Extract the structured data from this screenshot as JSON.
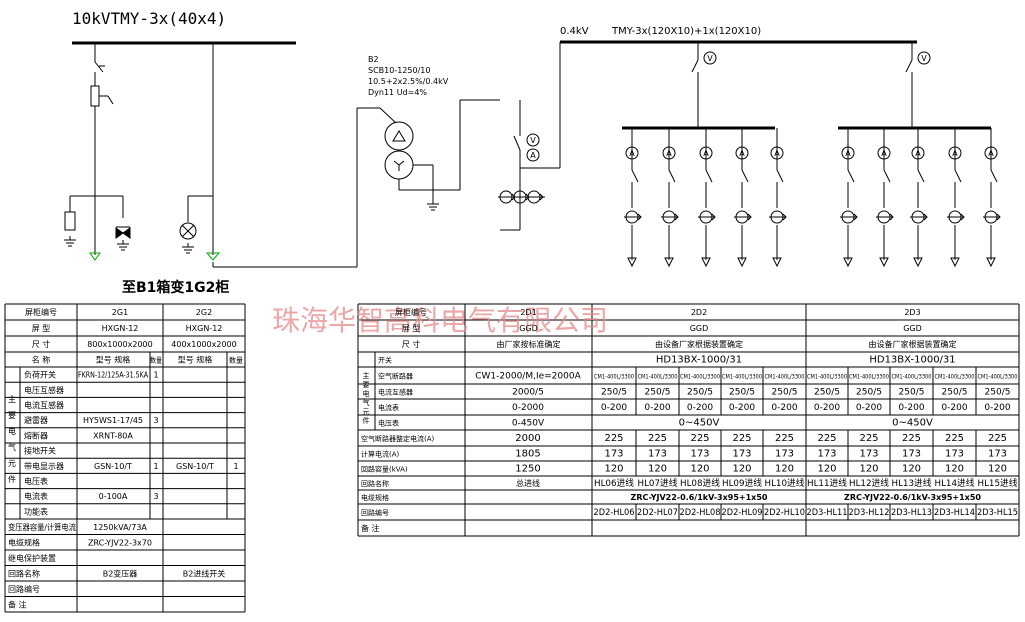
{
  "top_left_title": "10kVTMY-3x(40x4)",
  "dest_label": "至B1箱变1G2柜",
  "transformer": {
    "id": "B2",
    "model": "SCB10-1250/10",
    "ratio": "10.5+2x2.5%/0.4kV",
    "conn": "Dyn11 Ud=4%"
  },
  "lv_voltage": "0.4kV",
  "lv_bus": "TMY-3x(120X10)+1x(120X10)",
  "meter_v": "V",
  "meter_a": "A",
  "watermark": "珠海华智高科电气有限公司",
  "left_table": {
    "r_no": [
      "屏柜编号",
      "2G1",
      "2G2"
    ],
    "r_type": [
      "屏  型",
      "HXGN-12",
      "HXGN-12"
    ],
    "r_size": [
      "尺  寸",
      "800x1000x2000",
      "400x1000x2000"
    ],
    "r_head": [
      "名  称",
      "型号 规格",
      "数量",
      "型号 规格",
      "数量"
    ],
    "side": "主要电气元件",
    "items": [
      [
        "负荷开关",
        "FKRN-12/125A-31.5KA",
        "1",
        "",
        ""
      ],
      [
        "电压互感器",
        "",
        "",
        "",
        ""
      ],
      [
        "电流互感器",
        "",
        "",
        "",
        ""
      ],
      [
        "避雷器",
        "HY5WS1-17/45",
        "3",
        "",
        ""
      ],
      [
        "熔断器",
        "XRNT-80A",
        "",
        "",
        ""
      ],
      [
        "接地开关",
        "",
        "",
        "",
        ""
      ],
      [
        "带电显示器",
        "GSN-10/T",
        "1",
        "GSN-10/T",
        "1"
      ],
      [
        "电压表",
        "",
        "",
        "",
        ""
      ],
      [
        "电流表",
        "0-100A",
        "3",
        "",
        ""
      ],
      [
        "功能表",
        "",
        "",
        "",
        ""
      ]
    ],
    "bottom": [
      [
        "变压器容量/计算电流",
        "1250kVA/73A",
        ""
      ],
      [
        "电缆规格",
        "ZRC-YJV22-3x70",
        ""
      ],
      [
        "继电保护装置",
        "",
        ""
      ],
      [
        "回路名称",
        "B2变压器",
        "B2进线开关"
      ],
      [
        "回路编号",
        "",
        ""
      ],
      [
        "备  注",
        "",
        ""
      ]
    ]
  },
  "right_table": {
    "r_no": [
      "屏柜编号",
      "2D1",
      "2D2",
      "2D3"
    ],
    "r_type": [
      "屏  型",
      "GGD",
      "GGD",
      "GGD"
    ],
    "r_size": [
      "尺  寸",
      "由厂家按标准确定",
      "由设备厂家根据装置确定",
      "由设备厂家根据装置确定"
    ],
    "side": "主要电气元件",
    "switch_label": "开关",
    "switch_vals": [
      "",
      "HD13BX-1000/31",
      "HD13BX-1000/31"
    ],
    "breaker_label": "空气断路器",
    "breaker_main": "CW1-2000/M,Ie=2000A",
    "breaker_sub": "CM1-400L/3300",
    "ct_label": "电流互感器",
    "ct_main": "2000/5",
    "ct_sub": "250/5",
    "am_label": "电流表",
    "am_main": "0-2000",
    "am_sub": "0-200",
    "vm_label": "电压表",
    "vm_main": "0-450V",
    "vm_sub": "0~450V",
    "rated_label": "空气断路器整定电流(A)",
    "rated_main": "2000",
    "rated_sub": "225",
    "calc_label": "计算电流(A)",
    "calc_main": "1805",
    "calc_sub": "173",
    "cap_label": "回路容量(kVA)",
    "cap_main": "1250",
    "cap_sub": "120",
    "name_label": "回路名称",
    "name_main": "总进线",
    "names": [
      "HL06进线",
      "HL07进线",
      "HL08进线",
      "HL09进线",
      "HL10进线",
      "HL11进线",
      "HL12进线",
      "HL13进线",
      "HL14进线",
      "HL15进线"
    ],
    "cable_label": "电缆规格",
    "cable_vals": [
      "ZRC-YJV22-0.6/1kV-3x95+1x50",
      "ZRC-YJV22-0.6/1kV-3x95+1x50"
    ],
    "loop_label": "回路编号",
    "loops": [
      "2D2-HL06",
      "2D2-HL07",
      "2D2-HL08",
      "2D2-HL09",
      "2D2-HL10",
      "2D3-HL11",
      "2D3-HL12",
      "2D3-HL13",
      "2D3-HL14",
      "2D3-HL15"
    ],
    "remark_label": "备  注"
  }
}
